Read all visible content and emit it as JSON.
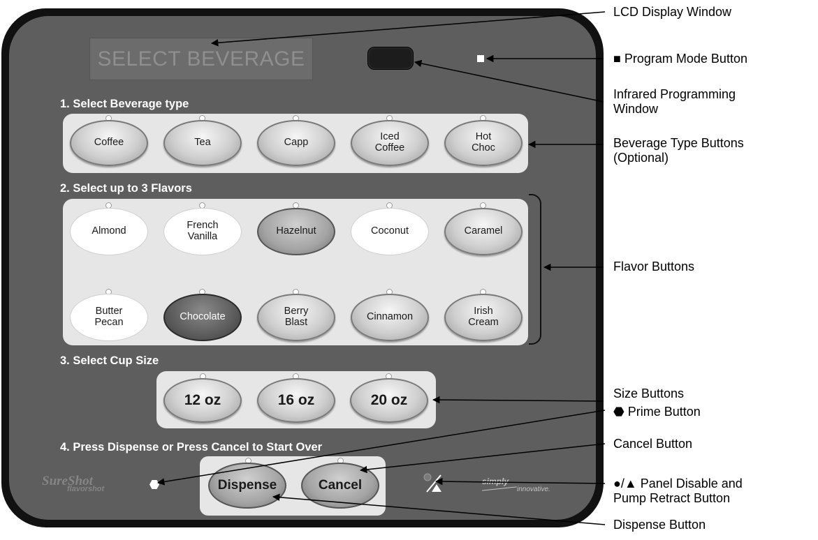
{
  "lcd_text": "SELECT BEVERAGE",
  "sections": {
    "s1": "1. Select Beverage type",
    "s2": "2. Select up to 3 Flavors",
    "s3": "3. Select Cup Size",
    "s4": "4. Press Dispense or Press Cancel to Start Over"
  },
  "beverage_types": [
    "Coffee",
    "Tea",
    "Capp",
    "Iced\nCoffee",
    "Hot\nChoc"
  ],
  "flavors_row1": [
    "Almond",
    "French\nVanilla",
    "Hazelnut",
    "Coconut",
    "Caramel"
  ],
  "flavors_row2": [
    "Butter\nPecan",
    "Chocolate",
    "Berry\nBlast",
    "Cinnamon",
    "Irish\nCream"
  ],
  "cup_sizes": [
    "12 oz",
    "16 oz",
    "20 oz"
  ],
  "dispense_label": "Dispense",
  "cancel_label": "Cancel",
  "logo_text": {
    "sure": "SureShot",
    "flavor": "flavorshot",
    "simply": "simply",
    "innovative": "innovative."
  },
  "callouts": {
    "lcd": "LCD Display Window",
    "program": "■ Program Mode Button",
    "infrared": "Infrared Programming\nWindow",
    "beverage": "Beverage Type Buttons\n(Optional)",
    "flavor": "Flavor Buttons",
    "size": "Size Buttons",
    "prime": "⬣ Prime Button",
    "cancel": "Cancel Button",
    "panel": "●/▲ Panel Disable and\nPump Retract Button",
    "dispense": "Dispense Button"
  }
}
